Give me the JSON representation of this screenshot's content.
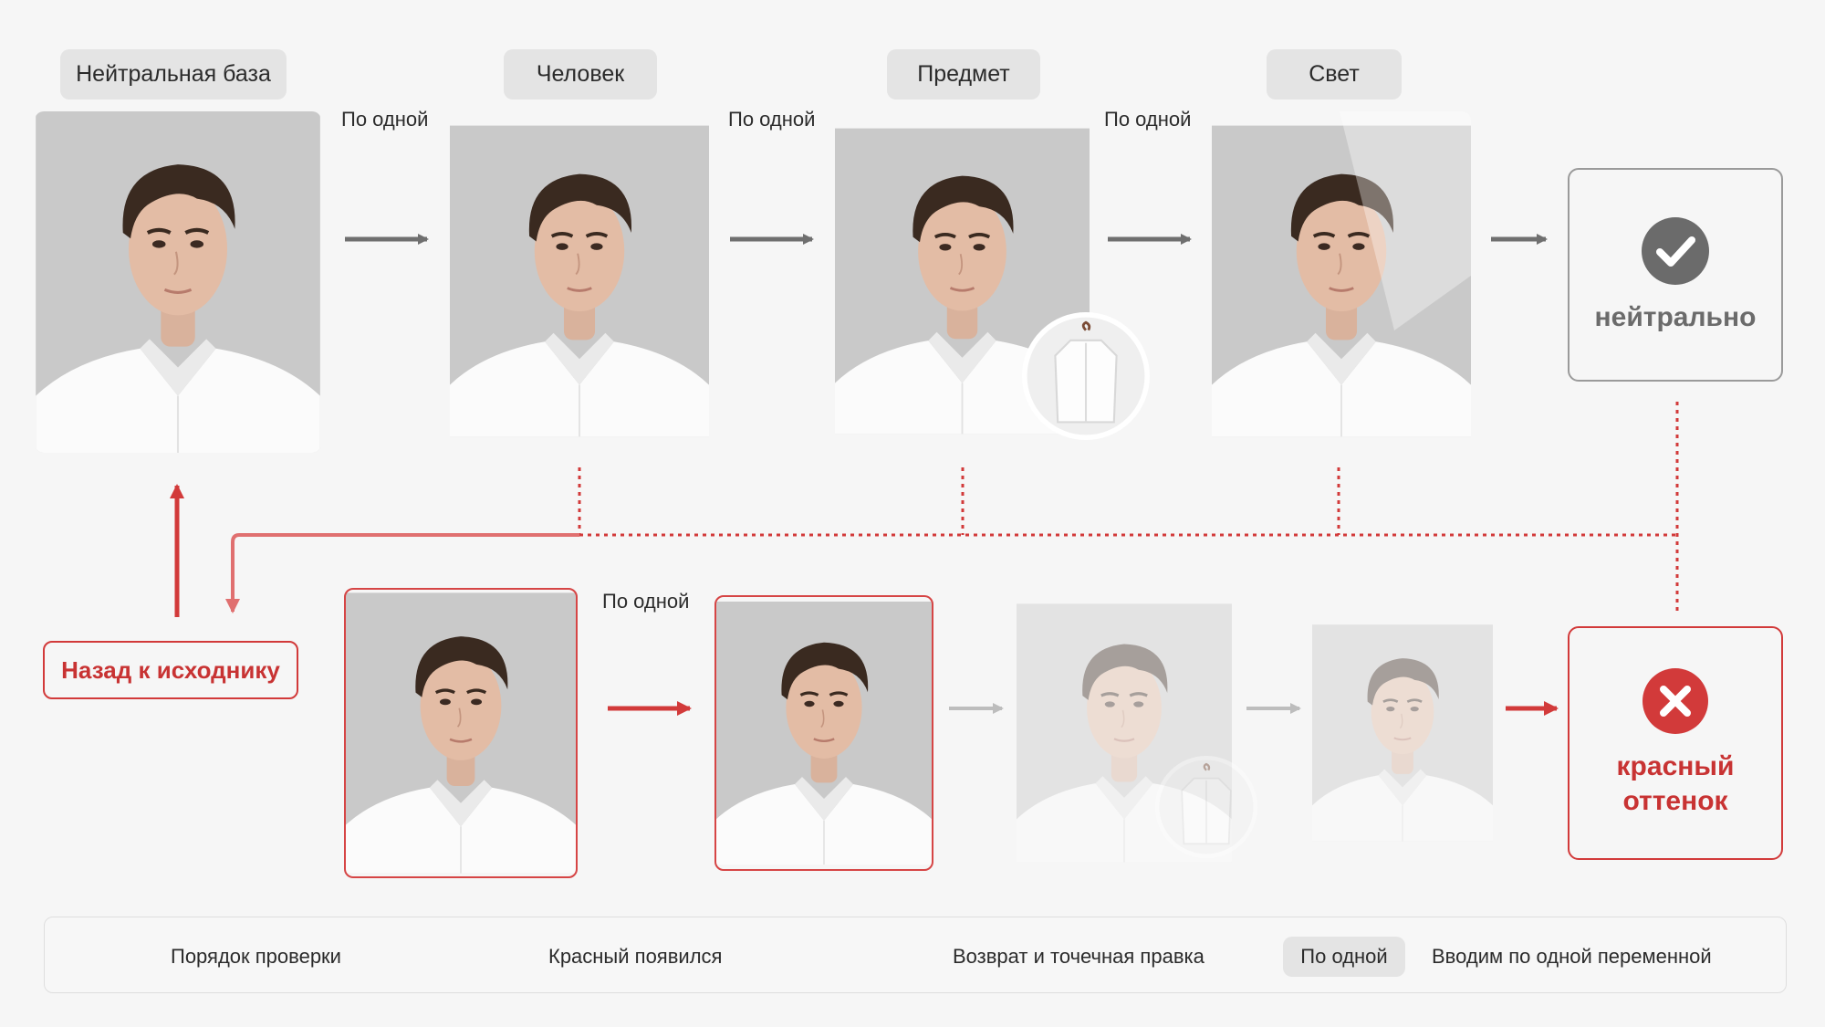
{
  "stages": {
    "neutral_base": "Нейтральная база",
    "person": "Человек",
    "item": "Предмет",
    "light": "Свет"
  },
  "step_label": "По одной",
  "result_ok": {
    "label": "нейтрально",
    "icon": "check-circle-icon"
  },
  "result_bad": {
    "label_line1": "красный",
    "label_line2": "оттенок",
    "icon": "x-circle-icon"
  },
  "back_button": "Назад к исходнику",
  "legend": {
    "order": "Порядок проверки",
    "red_appeared": "Красный появился",
    "return_fix": "Возврат и точечная правка",
    "pill": "По одной",
    "one_variable": "Вводим по одной переменной"
  },
  "colors": {
    "red": "#d23a3a",
    "gray_arrow": "#6f6f6f",
    "pill_bg": "#e4e4e4"
  }
}
